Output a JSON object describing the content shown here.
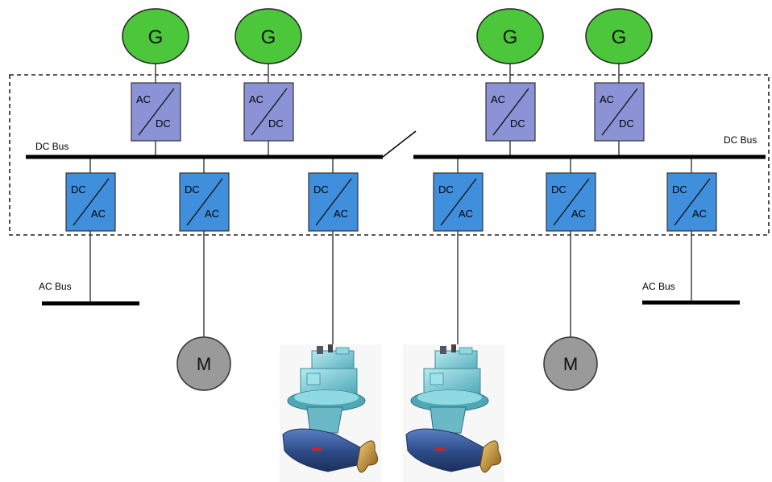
{
  "labels": {
    "dc_bus_left": "DC Bus",
    "dc_bus_right": "DC Bus",
    "ac_bus_left": "AC Bus",
    "ac_bus_right": "AC Bus",
    "generator": "G",
    "motor": "M",
    "rectifier_top": "AC",
    "rectifier_bottom": "DC",
    "inverter_top": "DC",
    "inverter_bottom": "AC"
  },
  "colors": {
    "generator_fill": "#4cc63b",
    "rectifier_fill": "#8b93d6",
    "inverter_fill": "#3f8fdc",
    "motor_fill": "#9a9a9a",
    "thruster_body": "#7fd0dc",
    "thruster_pod": "#2f4e8c",
    "propeller": "#b8862e"
  },
  "icons": [
    "generator-icon",
    "motor-icon",
    "azimuth-thruster-icon",
    "bus-tie-switch-icon"
  ]
}
